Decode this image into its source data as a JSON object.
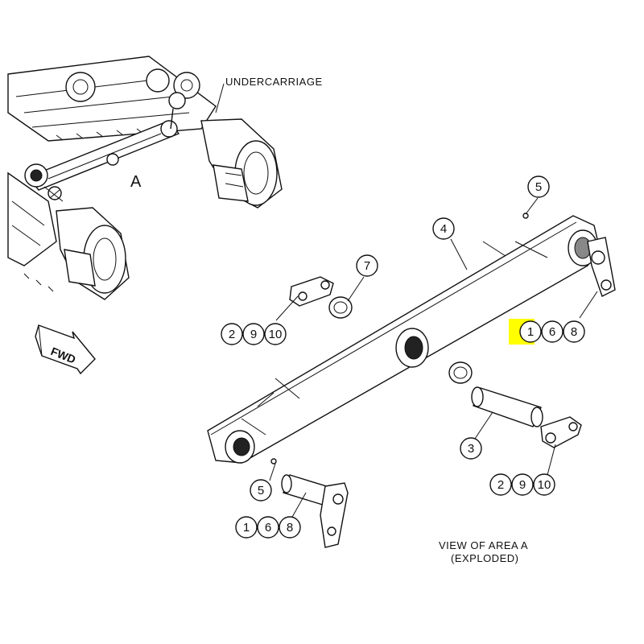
{
  "diagram": {
    "labels": {
      "undercarriage": "UNDERCARRIAGE",
      "area": "A",
      "fwd": "FWD",
      "view_line1": "VIEW OF AREA  A",
      "view_line2": "(EXPLODED)"
    },
    "callouts": {
      "c5_top": "5",
      "c4": "4",
      "c7": "7",
      "g_left": [
        "2",
        "9",
        "10"
      ],
      "g_right_upper": [
        "1",
        "6",
        "8"
      ],
      "c3": "3",
      "g_right_lower": [
        "2",
        "9",
        "10"
      ],
      "c5_bottom": "5",
      "g_bottom_left": [
        "1",
        "6",
        "8"
      ]
    },
    "highlight": {
      "callout": "1",
      "color": "#ffff00"
    }
  }
}
